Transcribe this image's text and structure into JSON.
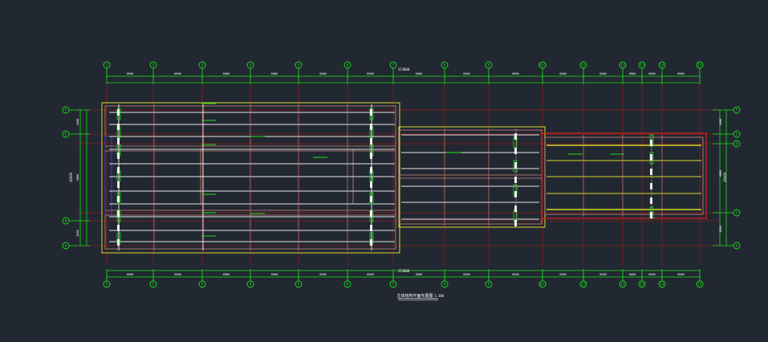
{
  "drawing": {
    "title": "主体结构平面布置图",
    "scale_label": "1:100",
    "total_dim_top": "153000",
    "total_dim_bottom": "153000",
    "left_overall_dim": "26000",
    "right_overall_dim": "26000"
  },
  "grid_x": {
    "labels": [
      "1",
      "2",
      "3",
      "4",
      "5",
      "6",
      "7",
      "8",
      "9",
      "10/1",
      "13",
      "13",
      "13",
      "14",
      "15"
    ],
    "spacings": [
      "6000",
      "6000",
      "6000",
      "6000",
      "6000",
      "6000",
      "6000",
      "6000",
      "6000",
      "6000",
      "6000",
      "6000",
      "6000",
      "6000"
    ]
  },
  "grid_y": {
    "left_labels": [
      "F",
      "E",
      "B",
      "A"
    ],
    "right_labels": [
      "F",
      "E",
      "D",
      "C",
      "A"
    ],
    "left_dims": [
      "3600",
      "9000",
      "3600"
    ],
    "right_dims": [
      "3600",
      "9000",
      "3600"
    ]
  },
  "colors": {
    "background": "#222831",
    "grid_line": "#8b1a1a",
    "axis_green": "#19e019",
    "outline_yellow": "#d9d92a",
    "member_white": "#e6e6e6",
    "member_pink": "#c9867f",
    "member_blue": "#3d3dd9",
    "outline_red": "#d91f1f",
    "text_white": "#ffffff"
  }
}
